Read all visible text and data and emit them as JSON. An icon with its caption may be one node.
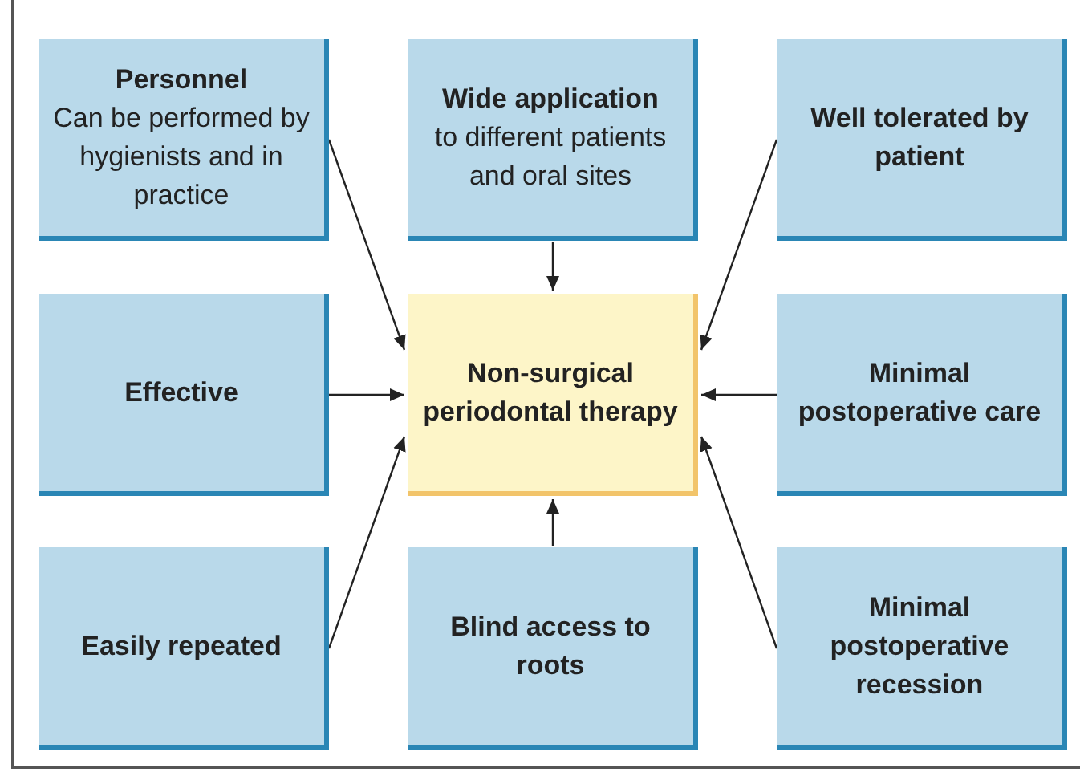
{
  "diagram": {
    "nodes": [
      {
        "text": [
          "Personnel",
          "Can be performed by hygienists and in practice"
        ]
      },
      {
        "text": [
          "Wide application",
          "to different patients and oral sites"
        ]
      },
      {
        "text": [
          "Well tolerated by patient"
        ]
      },
      {
        "text": [
          "Effective"
        ]
      },
      {
        "text": [
          "Non-surgical periodontal therapy"
        ]
      },
      {
        "text": [
          "Minimal postoperative care"
        ]
      },
      {
        "text": [
          "Easily repeated"
        ]
      },
      {
        "text": [
          "Blind access to roots"
        ]
      },
      {
        "text": [
          "Minimal postoperative recession"
        ]
      }
    ],
    "edges": [
      {
        "from": 0,
        "to": 4,
        "arrow": "to"
      },
      {
        "from": 1,
        "to": 4,
        "arrow": "to"
      },
      {
        "from": 2,
        "to": 4,
        "arrow": "to"
      },
      {
        "from": 3,
        "to": 4,
        "arrow": "to"
      },
      {
        "from": 5,
        "to": 4,
        "arrow": "to"
      },
      {
        "from": 6,
        "to": 4,
        "arrow": "to"
      },
      {
        "from": 7,
        "to": 4,
        "arrow": "to"
      },
      {
        "from": 8,
        "to": 4,
        "arrow": "to"
      }
    ]
  }
}
